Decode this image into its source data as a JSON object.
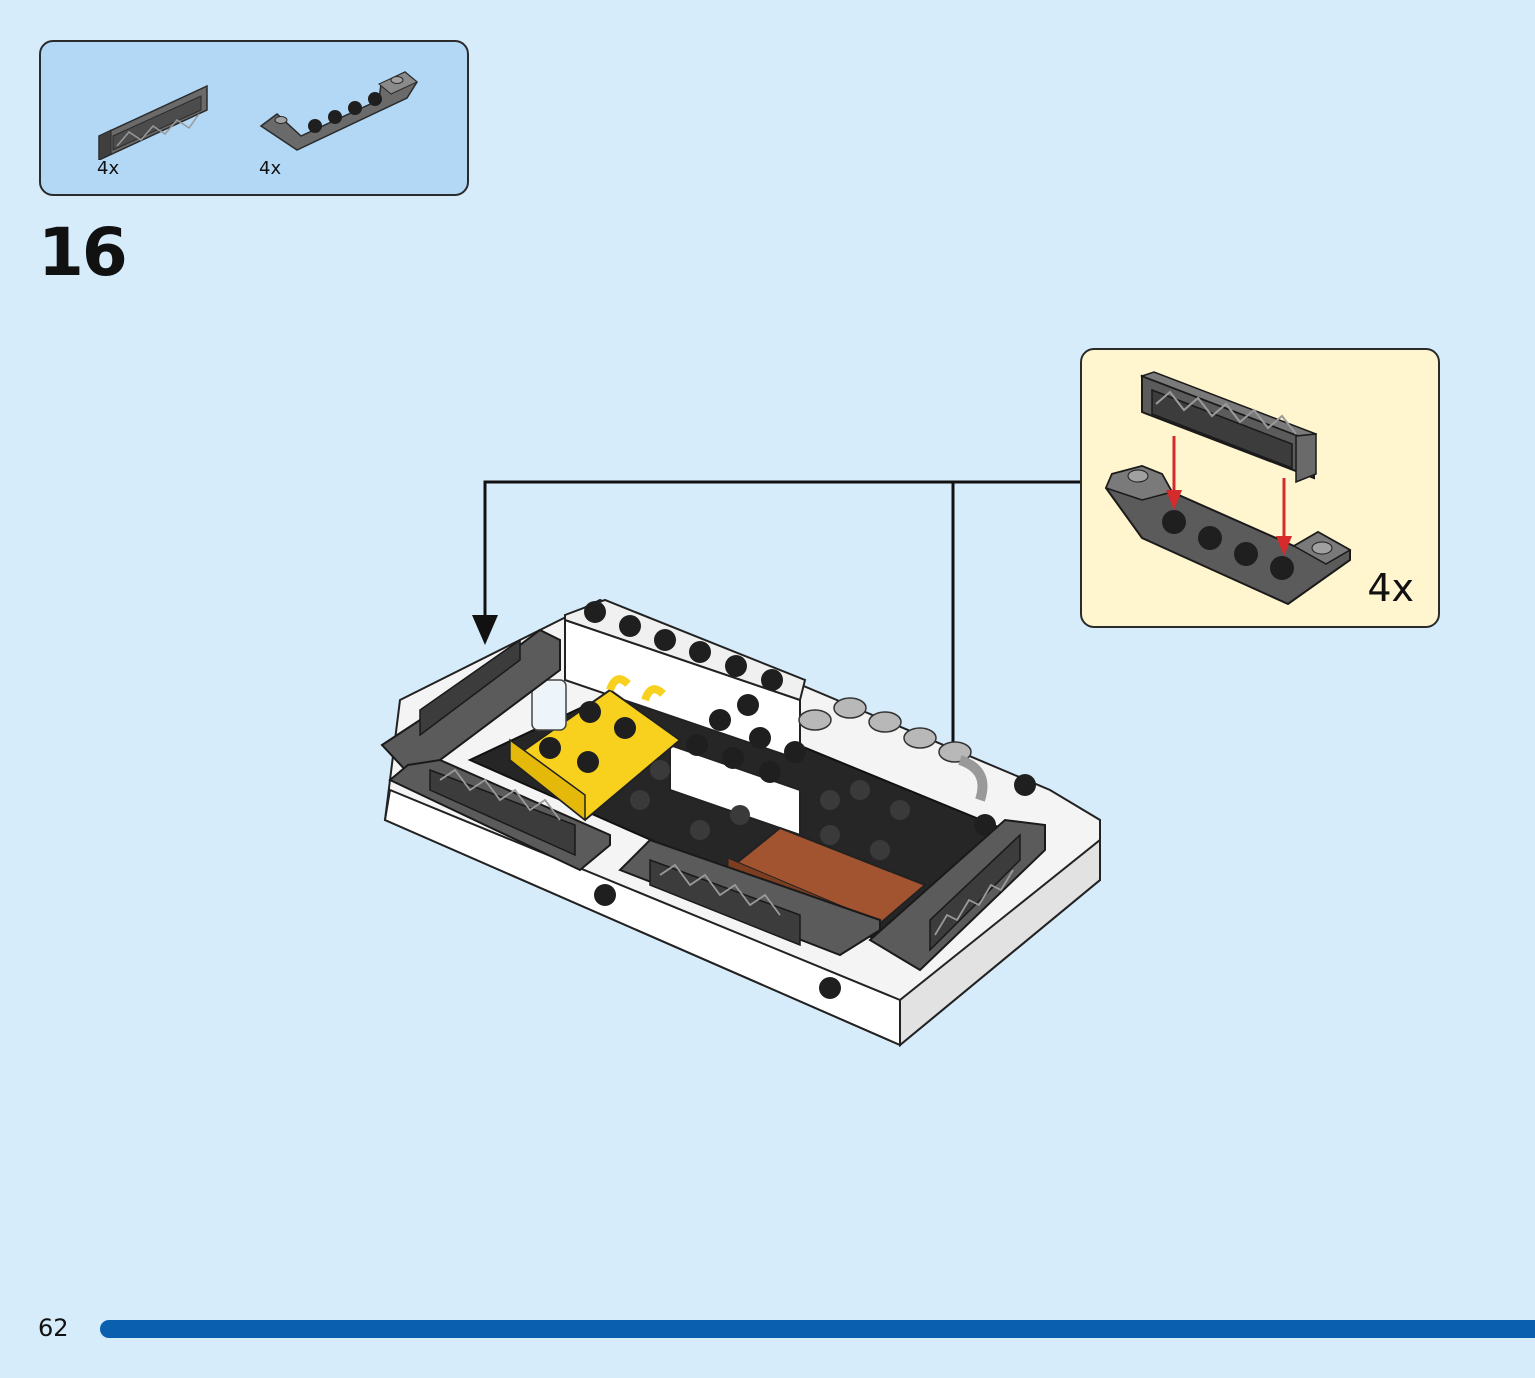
{
  "parts_list": {
    "items": [
      {
        "icon": "grille-plate-icon",
        "quantity": "4x"
      },
      {
        "icon": "inverted-slope-brick-icon",
        "quantity": "4x"
      }
    ]
  },
  "step": {
    "number": "16"
  },
  "callout": {
    "quantity": "4x"
  },
  "footer": {
    "page_number": "62"
  },
  "colors": {
    "background": "#d6ecfb",
    "parts_box": "#b2d8f5",
    "callout_box": "#fff6d0",
    "dark_grey": "#5b5b5b",
    "black": "#1f1f1f",
    "yellow": "#f7d11e",
    "brown": "#a2532f",
    "arrow_red": "#d52b2b",
    "progress": "#0a5fae"
  }
}
